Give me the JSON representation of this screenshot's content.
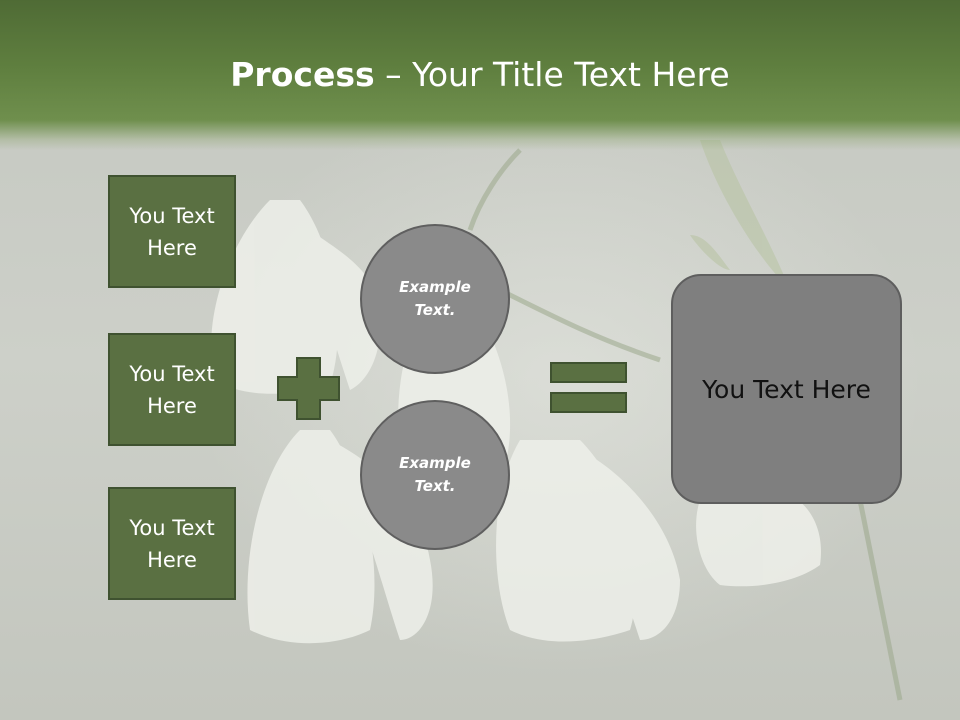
{
  "slide": {
    "title_bold": "Process",
    "title_rest": " – Your Title Text Here",
    "left_boxes": [
      {
        "line1": "You Text",
        "line2": "Here"
      },
      {
        "line1": "You Text",
        "line2": "Here"
      },
      {
        "line1": "You Text",
        "line2": "Here"
      }
    ],
    "circles": [
      {
        "line1": "Example",
        "line2": "Text."
      },
      {
        "line1": "Example",
        "line2": "Text."
      }
    ],
    "result": "You Text Here"
  },
  "colors": {
    "header_green": "#5f7f3f",
    "box_green": "#5a7042",
    "circle_gray": "#8a8a8a",
    "result_gray": "#7f7f7f"
  },
  "icons": [
    "plus-icon",
    "equals-icon"
  ]
}
